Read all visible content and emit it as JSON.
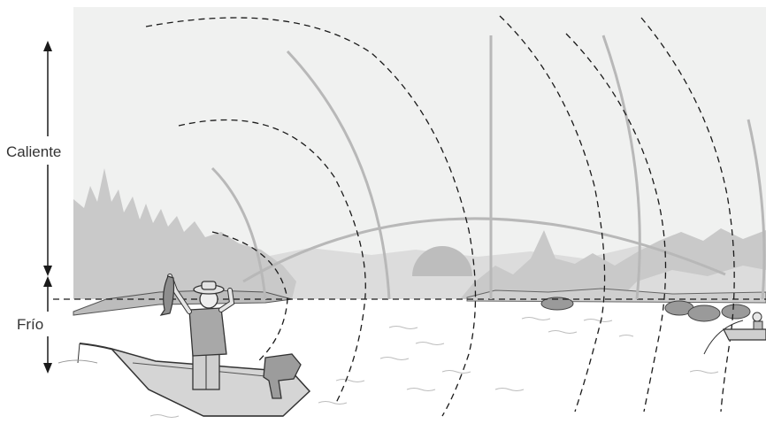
{
  "labels": {
    "warm": "Caliente",
    "cold": "Frío"
  },
  "colors": {
    "sky": "#f0f1f0",
    "trees": "#c9c9c9",
    "trees_far": "#dcdcdc",
    "sun": "#bdbdbd",
    "solid_arc": "#b8b8b8",
    "dashed_arc": "#1a1a1a",
    "boat": "#d5d5d5",
    "ink": "#333333"
  },
  "icons": [
    "fisherman-figure",
    "boat-icon",
    "outboard-motor-icon",
    "fishing-rod-icon",
    "fish-icon",
    "distant-boat-icon",
    "sun-icon",
    "tree-icon",
    "rock-icon"
  ]
}
